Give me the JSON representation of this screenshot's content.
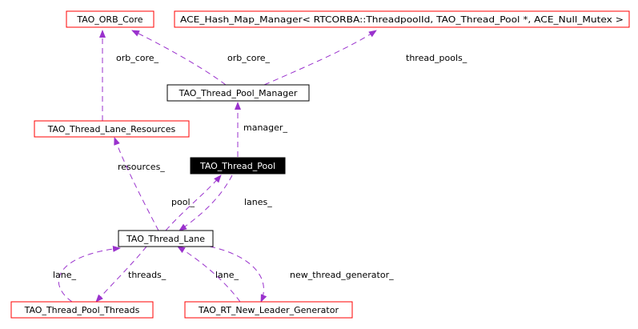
{
  "colors": {
    "edge": "#9a32cd",
    "node_border_external": "#ff0000",
    "node_border_documented": "#000000",
    "focus_fill": "#000000",
    "focus_text": "#ffffff",
    "background": "#ffffff"
  },
  "nodes": {
    "orb_core": {
      "label": "TAO_ORB_Core",
      "style": "external"
    },
    "hash_map_manager": {
      "label": "ACE_Hash_Map_Manager< RTCORBA::ThreadpoolId, TAO_Thread_Pool *, ACE_Null_Mutex >",
      "style": "external"
    },
    "thread_pool_manager": {
      "label": "TAO_Thread_Pool_Manager",
      "style": "documented"
    },
    "thread_lane_resources": {
      "label": "TAO_Thread_Lane_Resources",
      "style": "external"
    },
    "thread_pool": {
      "label": "TAO_Thread_Pool",
      "style": "focus"
    },
    "thread_lane": {
      "label": "TAO_Thread_Lane",
      "style": "documented"
    },
    "thread_pool_threads": {
      "label": "TAO_Thread_Pool_Threads",
      "style": "external"
    },
    "rt_new_leader_generator": {
      "label": "TAO_RT_New_Leader_Generator",
      "style": "external"
    }
  },
  "edges": {
    "lanes_orb_core": {
      "label": "orb_core_"
    },
    "manager_orb_core": {
      "label": "orb_core_"
    },
    "manager_thread_pools": {
      "label": "thread_pools_"
    },
    "pool_manager": {
      "label": "manager_"
    },
    "lane_resources": {
      "label": "resources_"
    },
    "lane_pool": {
      "label": "pool_"
    },
    "pool_lanes": {
      "label": "lanes_"
    },
    "threads_lane": {
      "label": "lane_"
    },
    "lane_threads": {
      "label": "threads_"
    },
    "generator_lane": {
      "label": "lane_"
    },
    "lane_generator": {
      "label": "new_thread_generator_"
    }
  }
}
